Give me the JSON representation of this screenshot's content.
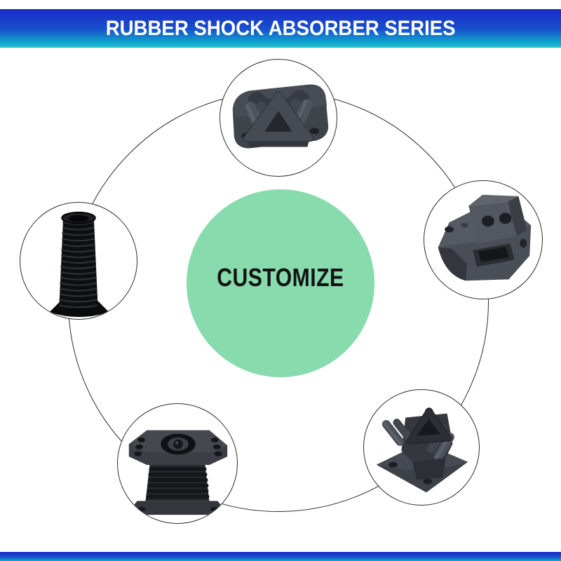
{
  "header": {
    "title": "RUBBER SHOCK ABSORBER SERIES"
  },
  "center": {
    "label": "CUSTOMIZE"
  },
  "products": [
    {
      "position": "top",
      "name": "triangular-shock-mount-photo"
    },
    {
      "position": "upper-right",
      "name": "engine-mount-block-photo"
    },
    {
      "position": "left",
      "name": "corrugated-rubber-bellows-photo"
    },
    {
      "position": "bottom-left",
      "name": "laminated-plate-damper-photo"
    },
    {
      "position": "bottom-right",
      "name": "v-groove-shock-mount-photo"
    }
  ],
  "colors": {
    "banner_blue_top": "#1a2cc7",
    "banner_blue_mid": "#1750cc",
    "banner_cyan": "#10aecb",
    "customize_green": "#87dbac",
    "customize_text": "#131313",
    "circle_outline": "#2e2e2e"
  }
}
